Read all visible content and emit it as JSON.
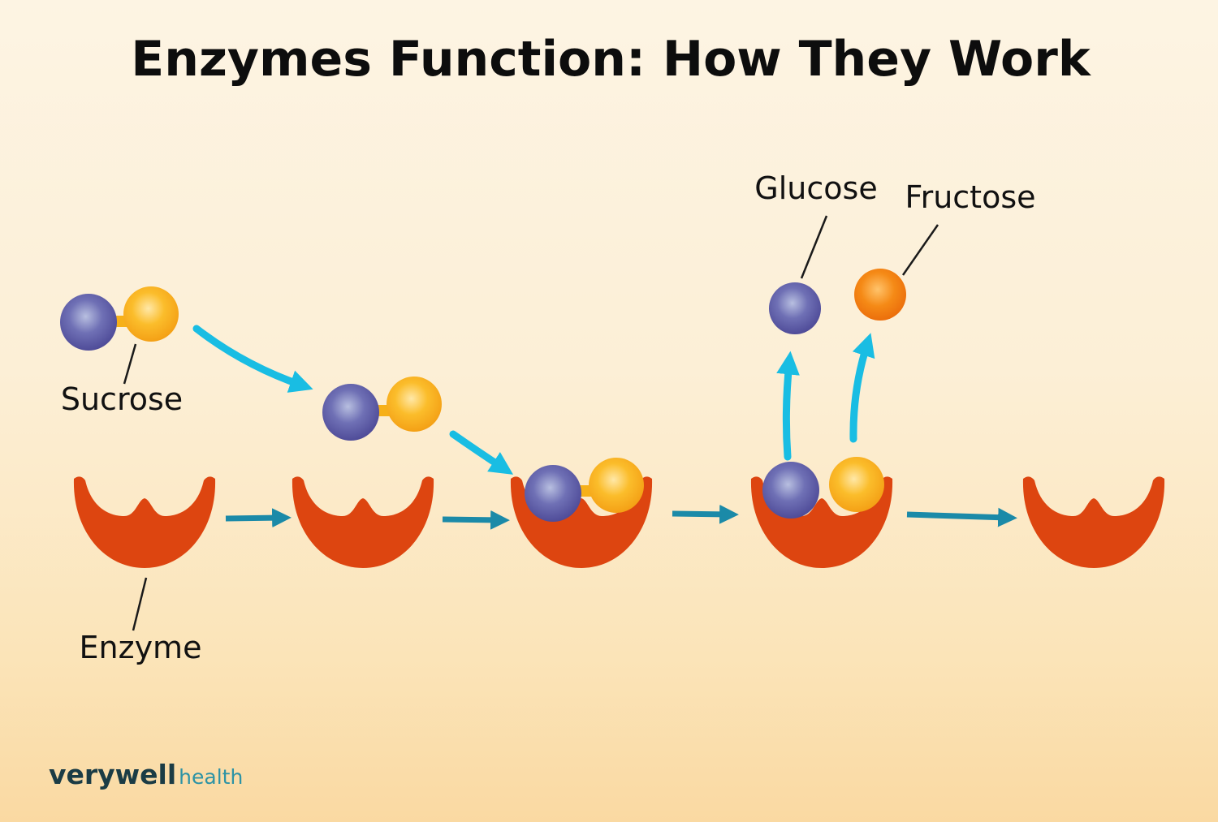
{
  "title": "Enzymes Function: How They Work",
  "labels": {
    "sucrose": "Sucrose",
    "enzyme": "Enzyme",
    "glucose": "Glucose",
    "fructose": "Fructose"
  },
  "brand": {
    "strong": "verywell",
    "light": "health"
  },
  "colors": {
    "enzyme": "#dd4510",
    "glucose": "#5c5aa6",
    "fructose_bound": "#f6b019",
    "fructose_free": "#f27c0e",
    "substrate_arrow": "#19bde3",
    "step_arrow": "#1b8aa8"
  }
}
